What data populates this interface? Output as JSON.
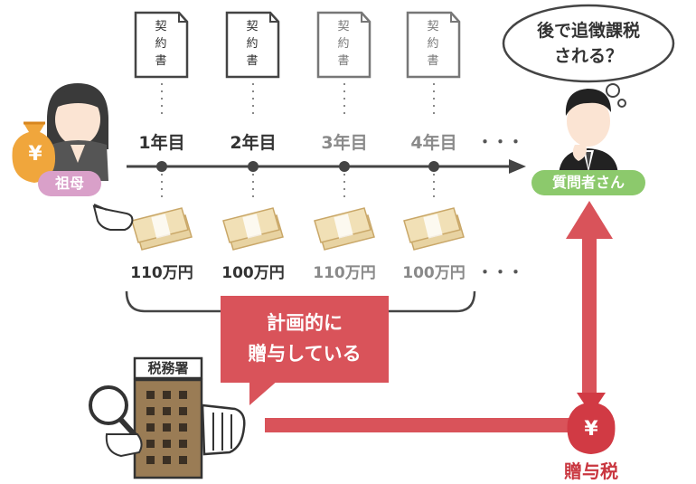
{
  "contracts": [
    {
      "chars": [
        "契",
        "約",
        "書"
      ]
    },
    {
      "chars": [
        "契",
        "約",
        "書"
      ]
    },
    {
      "chars": [
        "契",
        "約",
        "書"
      ]
    },
    {
      "chars": [
        "契",
        "約",
        "書"
      ]
    }
  ],
  "years": [
    "1年目",
    "2年目",
    "3年目",
    "4年目"
  ],
  "years_more": "・・・",
  "amounts": [
    "110万円",
    "100万円",
    "110万円",
    "100万円"
  ],
  "amounts_more": "・・・",
  "grandmother": {
    "label": "祖母",
    "money_symbol": "¥"
  },
  "questioner": {
    "label": "質問者さん"
  },
  "thought": {
    "line1": "後で追徴課税",
    "line2": "される？"
  },
  "callout": {
    "line1": "計画的に",
    "line2": "贈与している"
  },
  "tax_office": {
    "label": "税務署"
  },
  "gift_tax": {
    "label": "贈与税",
    "symbol": "¥"
  },
  "colors": {
    "accent_red": "#d9535a",
    "green": "#8cc96c",
    "pink": "#d9a0c9",
    "money_orange": "#f0a63c"
  }
}
